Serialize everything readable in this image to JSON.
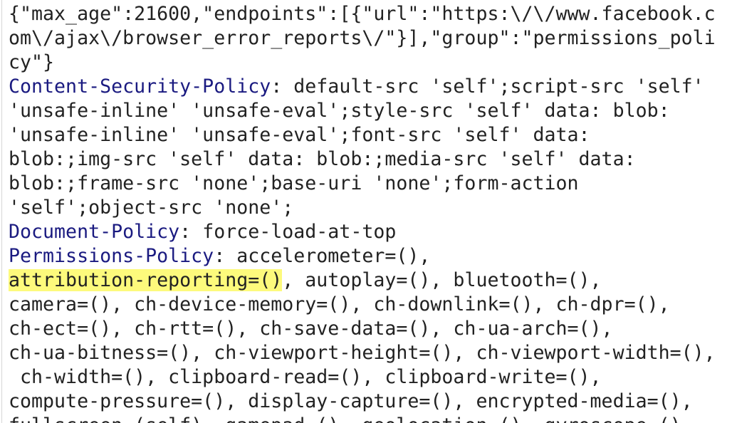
{
  "colors": {
    "header_key": "#1a1a80",
    "text": "#222222",
    "highlight": "#fdfa7c"
  },
  "lines": [
    [
      {
        "t": "{\"max_age\":21600,\"endpoints\":[{\"url\":\"https:\\/\\/www.facebook.c"
      }
    ],
    [
      {
        "t": "om\\/ajax\\/browser_error_reports\\/\"}],\"group\":\"permissions_poli"
      }
    ],
    [
      {
        "t": "cy\"}"
      }
    ],
    [
      {
        "t": "Content-Security-Policy",
        "k": "key"
      },
      {
        "t": ": default-src 'self';script-src 'self'"
      }
    ],
    [
      {
        "t": "'unsafe-inline' 'unsafe-eval';style-src 'self' data: blob:"
      }
    ],
    [
      {
        "t": "'unsafe-inline' 'unsafe-eval';font-src 'self' data:"
      }
    ],
    [
      {
        "t": "blob:;img-src 'self' data: blob:;media-src 'self' data:"
      }
    ],
    [
      {
        "t": "blob:;frame-src 'none';base-uri 'none';form-action"
      }
    ],
    [
      {
        "t": "'self';object-src 'none';"
      }
    ],
    [
      {
        "t": "Document-Policy",
        "k": "key"
      },
      {
        "t": ": force-load-at-top"
      }
    ],
    [
      {
        "t": "Permissions-Policy",
        "k": "key"
      },
      {
        "t": ": accelerometer=(),"
      }
    ],
    [
      {
        "t": "attribution-reporting=()",
        "k": "hl"
      },
      {
        "t": ", autoplay=(), bluetooth=(),"
      }
    ],
    [
      {
        "t": "camera=(), ch-device-memory=(), ch-downlink=(), ch-dpr=(),"
      }
    ],
    [
      {
        "t": "ch-ect=(), ch-rtt=(), ch-save-data=(), ch-ua-arch=(),"
      }
    ],
    [
      {
        "t": "ch-ua-bitness=(), ch-viewport-height=(), ch-viewport-width=(),"
      }
    ],
    [
      {
        "t": " ch-width=(), clipboard-read=(), clipboard-write=(),"
      }
    ],
    [
      {
        "t": "compute-pressure=(), display-capture=(), encrypted-media=(),"
      }
    ],
    [
      {
        "t": "fullscreen=(self), gamepad=(), geolocation=(), gyroscope=(),"
      }
    ]
  ]
}
